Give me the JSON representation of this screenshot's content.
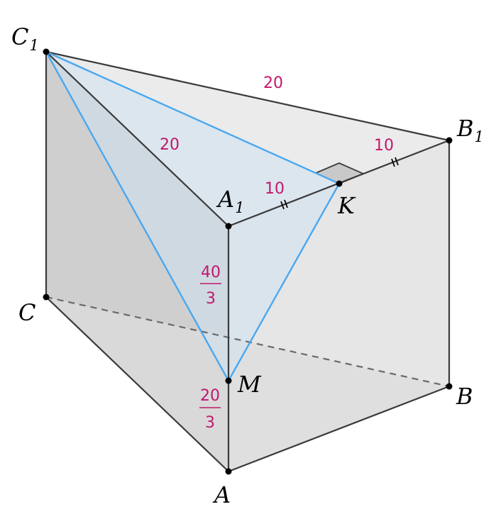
{
  "vertices": {
    "C1": {
      "letter": "C",
      "sub": "1"
    },
    "B1": {
      "letter": "B",
      "sub": "1"
    },
    "A1": {
      "letter": "A",
      "sub": "1"
    },
    "K": {
      "letter": "K"
    },
    "C": {
      "letter": "C"
    },
    "M": {
      "letter": "M"
    },
    "B": {
      "letter": "B"
    },
    "A": {
      "letter": "A"
    }
  },
  "measures": {
    "c1b1": "20",
    "c1a1": "20",
    "kb1": "10",
    "a1k": "10",
    "a1m_num": "40",
    "a1m_den": "3",
    "ma_num": "20",
    "ma_den": "3"
  },
  "colors": {
    "measure": "#c0186e",
    "section_stroke": "#4aa8f0",
    "section_fill": "#cfe2f3"
  }
}
